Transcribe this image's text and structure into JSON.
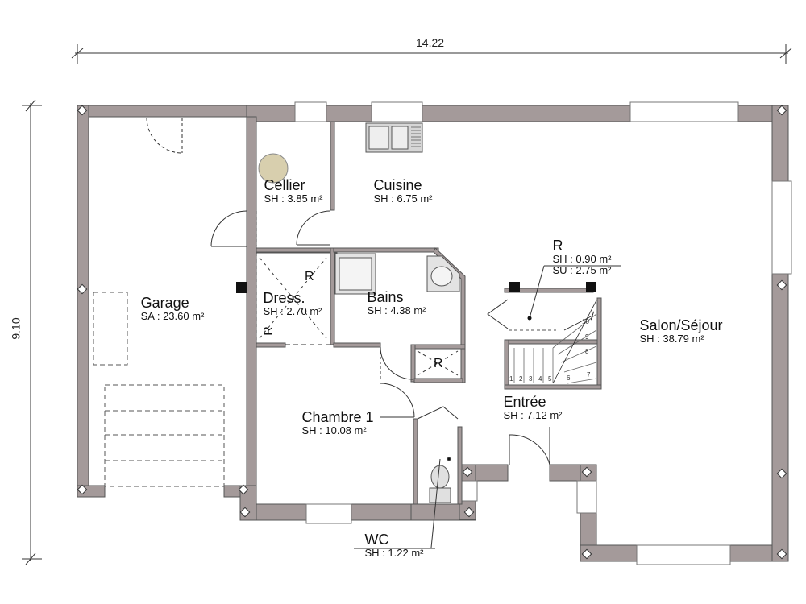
{
  "dimensions": {
    "width": "14.22",
    "height": "9.10"
  },
  "rooms": [
    {
      "id": "garage",
      "name": "Garage",
      "area": "SA : 23.60 m²"
    },
    {
      "id": "cellier",
      "name": "Cellier",
      "area": "SH : 3.85 m²"
    },
    {
      "id": "cuisine",
      "name": "Cuisine",
      "area": "SH : 6.75 m²"
    },
    {
      "id": "dress",
      "name": "Dress.",
      "area": "SH : 2.70 m²"
    },
    {
      "id": "bains",
      "name": "Bains",
      "area": "SH : 4.38 m²"
    },
    {
      "id": "rangement-stairs",
      "name": "R",
      "area": "SH : 0.90 m²",
      "area2": "SU : 2.75 m²"
    },
    {
      "id": "salon",
      "name": "Salon/Séjour",
      "area": "SH : 38.79 m²"
    },
    {
      "id": "entree",
      "name": "Entrée",
      "area": "SH : 7.12 m²"
    },
    {
      "id": "chambre1",
      "name": "Chambre 1",
      "area": "SH : 10.08 m²"
    },
    {
      "id": "wc",
      "name": "WC",
      "area": "SH : 1.22 m²"
    }
  ],
  "storage_marks": {
    "dress_top": "R",
    "dress_side": "R",
    "closet": "R"
  },
  "stairs": {
    "steps": [
      "1",
      "2",
      "3",
      "4",
      "5",
      "6",
      "7",
      "8",
      "9",
      "10"
    ]
  },
  "colors": {
    "wall": "#a49a9a",
    "wall_stroke": "#555555",
    "fixture": "#d0d0d0"
  }
}
